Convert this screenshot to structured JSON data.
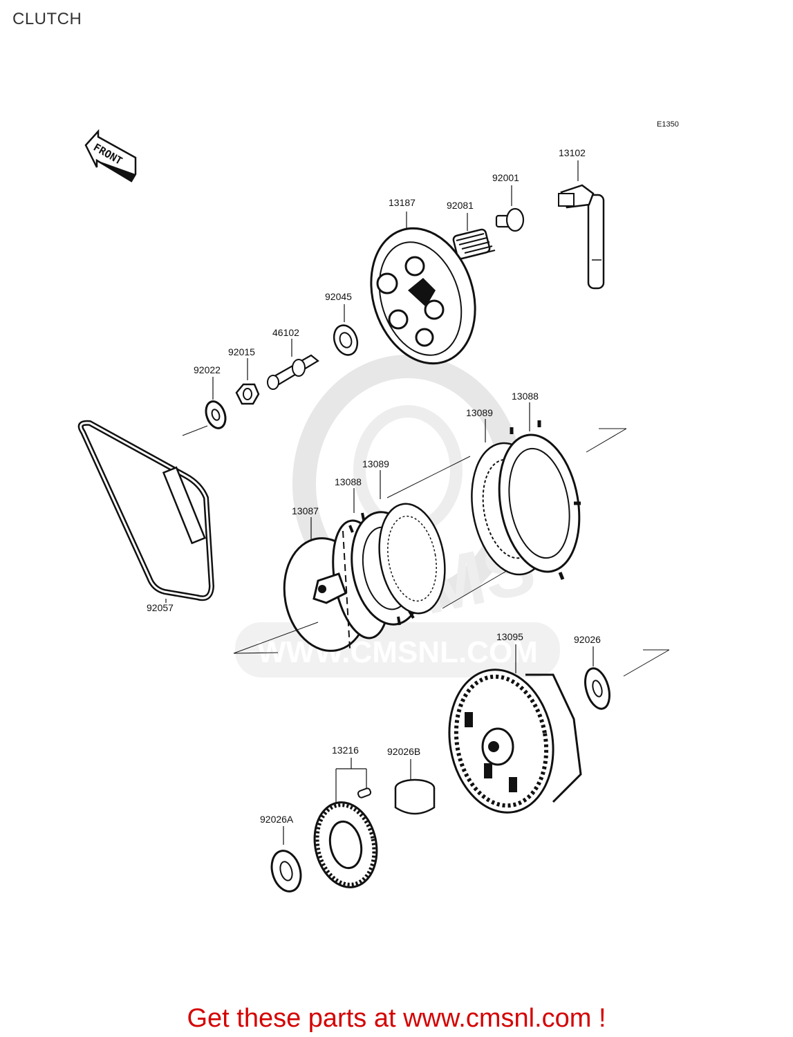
{
  "page": {
    "title": "CLUTCH",
    "diagram_code": "E1350"
  },
  "footer": {
    "text": "Get these parts at www.cmsnl.com !"
  },
  "watermark": {
    "brand": "CMS",
    "url": "WWW.CMSNL.COM"
  },
  "direction_arrow": {
    "label": "FRONT"
  },
  "part_labels": {
    "p13102": "13102",
    "p92001": "92001",
    "p13187": "13187",
    "p92081": "92081",
    "p92045": "92045",
    "p46102": "46102",
    "p92015": "92015",
    "p92022": "92022",
    "p13088a": "13088",
    "p13089a": "13089",
    "p13089b": "13089",
    "p13088b": "13088",
    "p13087": "13087",
    "p92057": "92057",
    "p13095": "13095",
    "p92026": "92026",
    "p13216": "13216",
    "p92026B": "92026B",
    "p92026A": "92026A"
  }
}
